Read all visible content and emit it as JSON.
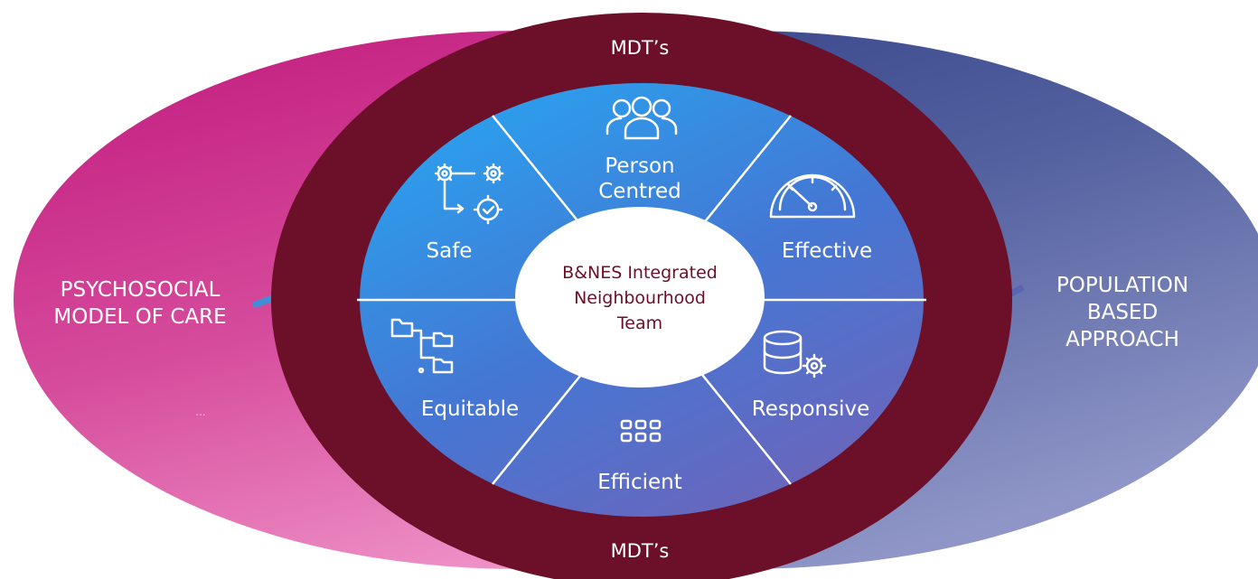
{
  "left_ellipse": {
    "label_line1": "PSYCHOSOCIAL",
    "label_line2": "MODEL OF CARE",
    "ellipsis": "..."
  },
  "right_ellipse": {
    "label_line1": "POPULATION",
    "label_line2": "BASED",
    "label_line3": "APPROACH"
  },
  "ring": {
    "top_label": "MDT’s",
    "bottom_label": "MDT’s"
  },
  "center": {
    "line1": "B&NES Integrated",
    "line2": "Neighbourhood",
    "line3": "Team"
  },
  "segments": {
    "person_centred": {
      "line1": "Person",
      "line2": "Centred",
      "icon": "people-group-icon"
    },
    "effective": {
      "label": "Effective",
      "icon": "gauge-icon"
    },
    "responsive": {
      "label": "Responsive",
      "icon": "database-settings-icon"
    },
    "efficient": {
      "label": "Efficient",
      "icon": "grid-icon"
    },
    "equitable": {
      "label": "Equitable",
      "icon": "folder-tree-icon"
    },
    "safe": {
      "label": "Safe",
      "icon": "gears-workflow-icon"
    }
  },
  "colors": {
    "magenta": "#c8267f",
    "navy": "#3c4e8f",
    "maroon": "#6b1028",
    "blue_light": "#2f9be8",
    "blue_dark": "#6a5fb5"
  }
}
